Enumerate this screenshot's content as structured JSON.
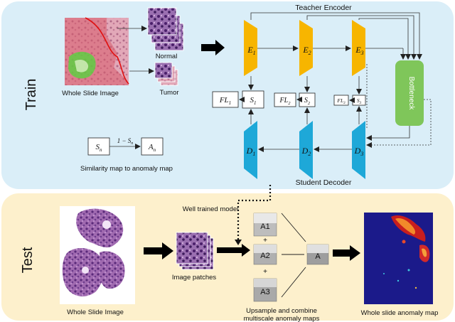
{
  "train": {
    "title": "Train",
    "teacher_encoder": "Teacher Encoder",
    "student_decoder": "Student Decoder",
    "wsi_label": "Whole Slide Image",
    "normal_label": "Normal",
    "tumor_label": "Tumor",
    "bottleneck": "Bottleneck",
    "encoders": [
      {
        "base": "E",
        "sub": "1"
      },
      {
        "base": "E",
        "sub": "2"
      },
      {
        "base": "E",
        "sub": "3"
      }
    ],
    "decoders": [
      {
        "base": "D",
        "sub": "1"
      },
      {
        "base": "D",
        "sub": "2"
      },
      {
        "base": "D",
        "sub": "3"
      }
    ],
    "fl_boxes": [
      {
        "base": "FL",
        "sub": "1"
      },
      {
        "base": "FL",
        "sub": "2"
      },
      {
        "base": "FL",
        "sub": "3"
      }
    ],
    "s_boxes": [
      {
        "base": "S",
        "sub": "1"
      },
      {
        "base": "S",
        "sub": "2"
      },
      {
        "base": "S",
        "sub": "3"
      }
    ],
    "sim_in": {
      "base": "S",
      "sub": "n"
    },
    "sim_out": {
      "base": "A",
      "sub": "n"
    },
    "sim_arrow_label": "1 − S",
    "sim_arrow_sub": "n",
    "sim_caption": "Similarity map to anomaly map"
  },
  "test": {
    "title": "Test",
    "wsi_label": "Whole Slide Image",
    "well_trained": "Well trained model",
    "image_patches": "Image patches",
    "maps": [
      "A1",
      "A2",
      "A3"
    ],
    "plus": "+",
    "combined": "A",
    "upsample_line1": "Upsample and combine",
    "upsample_line2": "multiscale anomaly maps",
    "result_label": "Whole slide anomaly map"
  },
  "colors": {
    "train_bg": "#daeef8",
    "test_bg": "#fdf0cc",
    "encoder": "#f7b500",
    "decoder": "#1ea8d8",
    "bottleneck": "#7fc65a",
    "heatmap_bg": "#1b1a8a"
  }
}
